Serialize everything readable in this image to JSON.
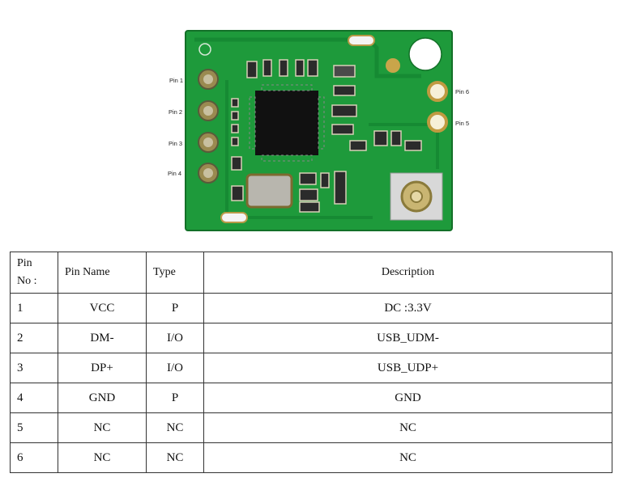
{
  "module_pins": {
    "pin1": "Pin 1",
    "pin2": "Pin 2",
    "pin3": "Pin 3",
    "pin4": "Pin 4",
    "pin5": "Pin 5",
    "pin6": "Pin 6"
  },
  "table": {
    "headers": {
      "pin_no_line1": "Pin",
      "pin_no_line2": "No :",
      "pin_name": "Pin Name",
      "type": "Type",
      "description": "Description"
    },
    "rows": [
      {
        "pin": "1",
        "name": "VCC",
        "type": "P",
        "description": "DC :3.3V"
      },
      {
        "pin": "2",
        "name": "DM-",
        "type": "I/O",
        "description": "USB_UDM-"
      },
      {
        "pin": "3",
        "name": "DP+",
        "type": "I/O",
        "description": "USB_UDP+"
      },
      {
        "pin": "4",
        "name": "GND",
        "type": "P",
        "description": "GND"
      },
      {
        "pin": "5",
        "name": "NC",
        "type": "NC",
        "description": "NC"
      },
      {
        "pin": "6",
        "name": "NC",
        "type": "NC",
        "description": "NC"
      }
    ]
  },
  "colors": {
    "pcb": "#1f9a3a",
    "pcb_dark": "#157a2c",
    "pad": "#c8a24a",
    "chip": "#1a1a1a"
  }
}
